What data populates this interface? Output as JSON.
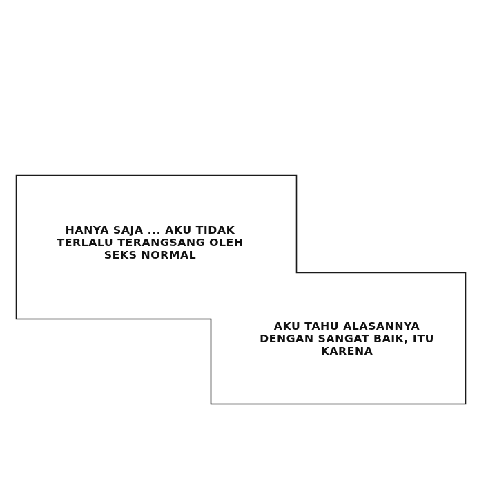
{
  "comic": {
    "panel_1": {
      "lines": [
        "HANYA SAJA ... AKU TIDAK",
        "TERLALU TERANGSANG OLEH",
        "SEKS NORMAL"
      ]
    },
    "panel_2": {
      "lines": [
        "AKU TAHU ALASANNYA",
        "DENGAN SANGAT BAIK, ITU",
        "KARENA"
      ]
    },
    "colors": {
      "background": "#ffffff",
      "border": "#1a1a1a",
      "text": "#111111"
    }
  }
}
